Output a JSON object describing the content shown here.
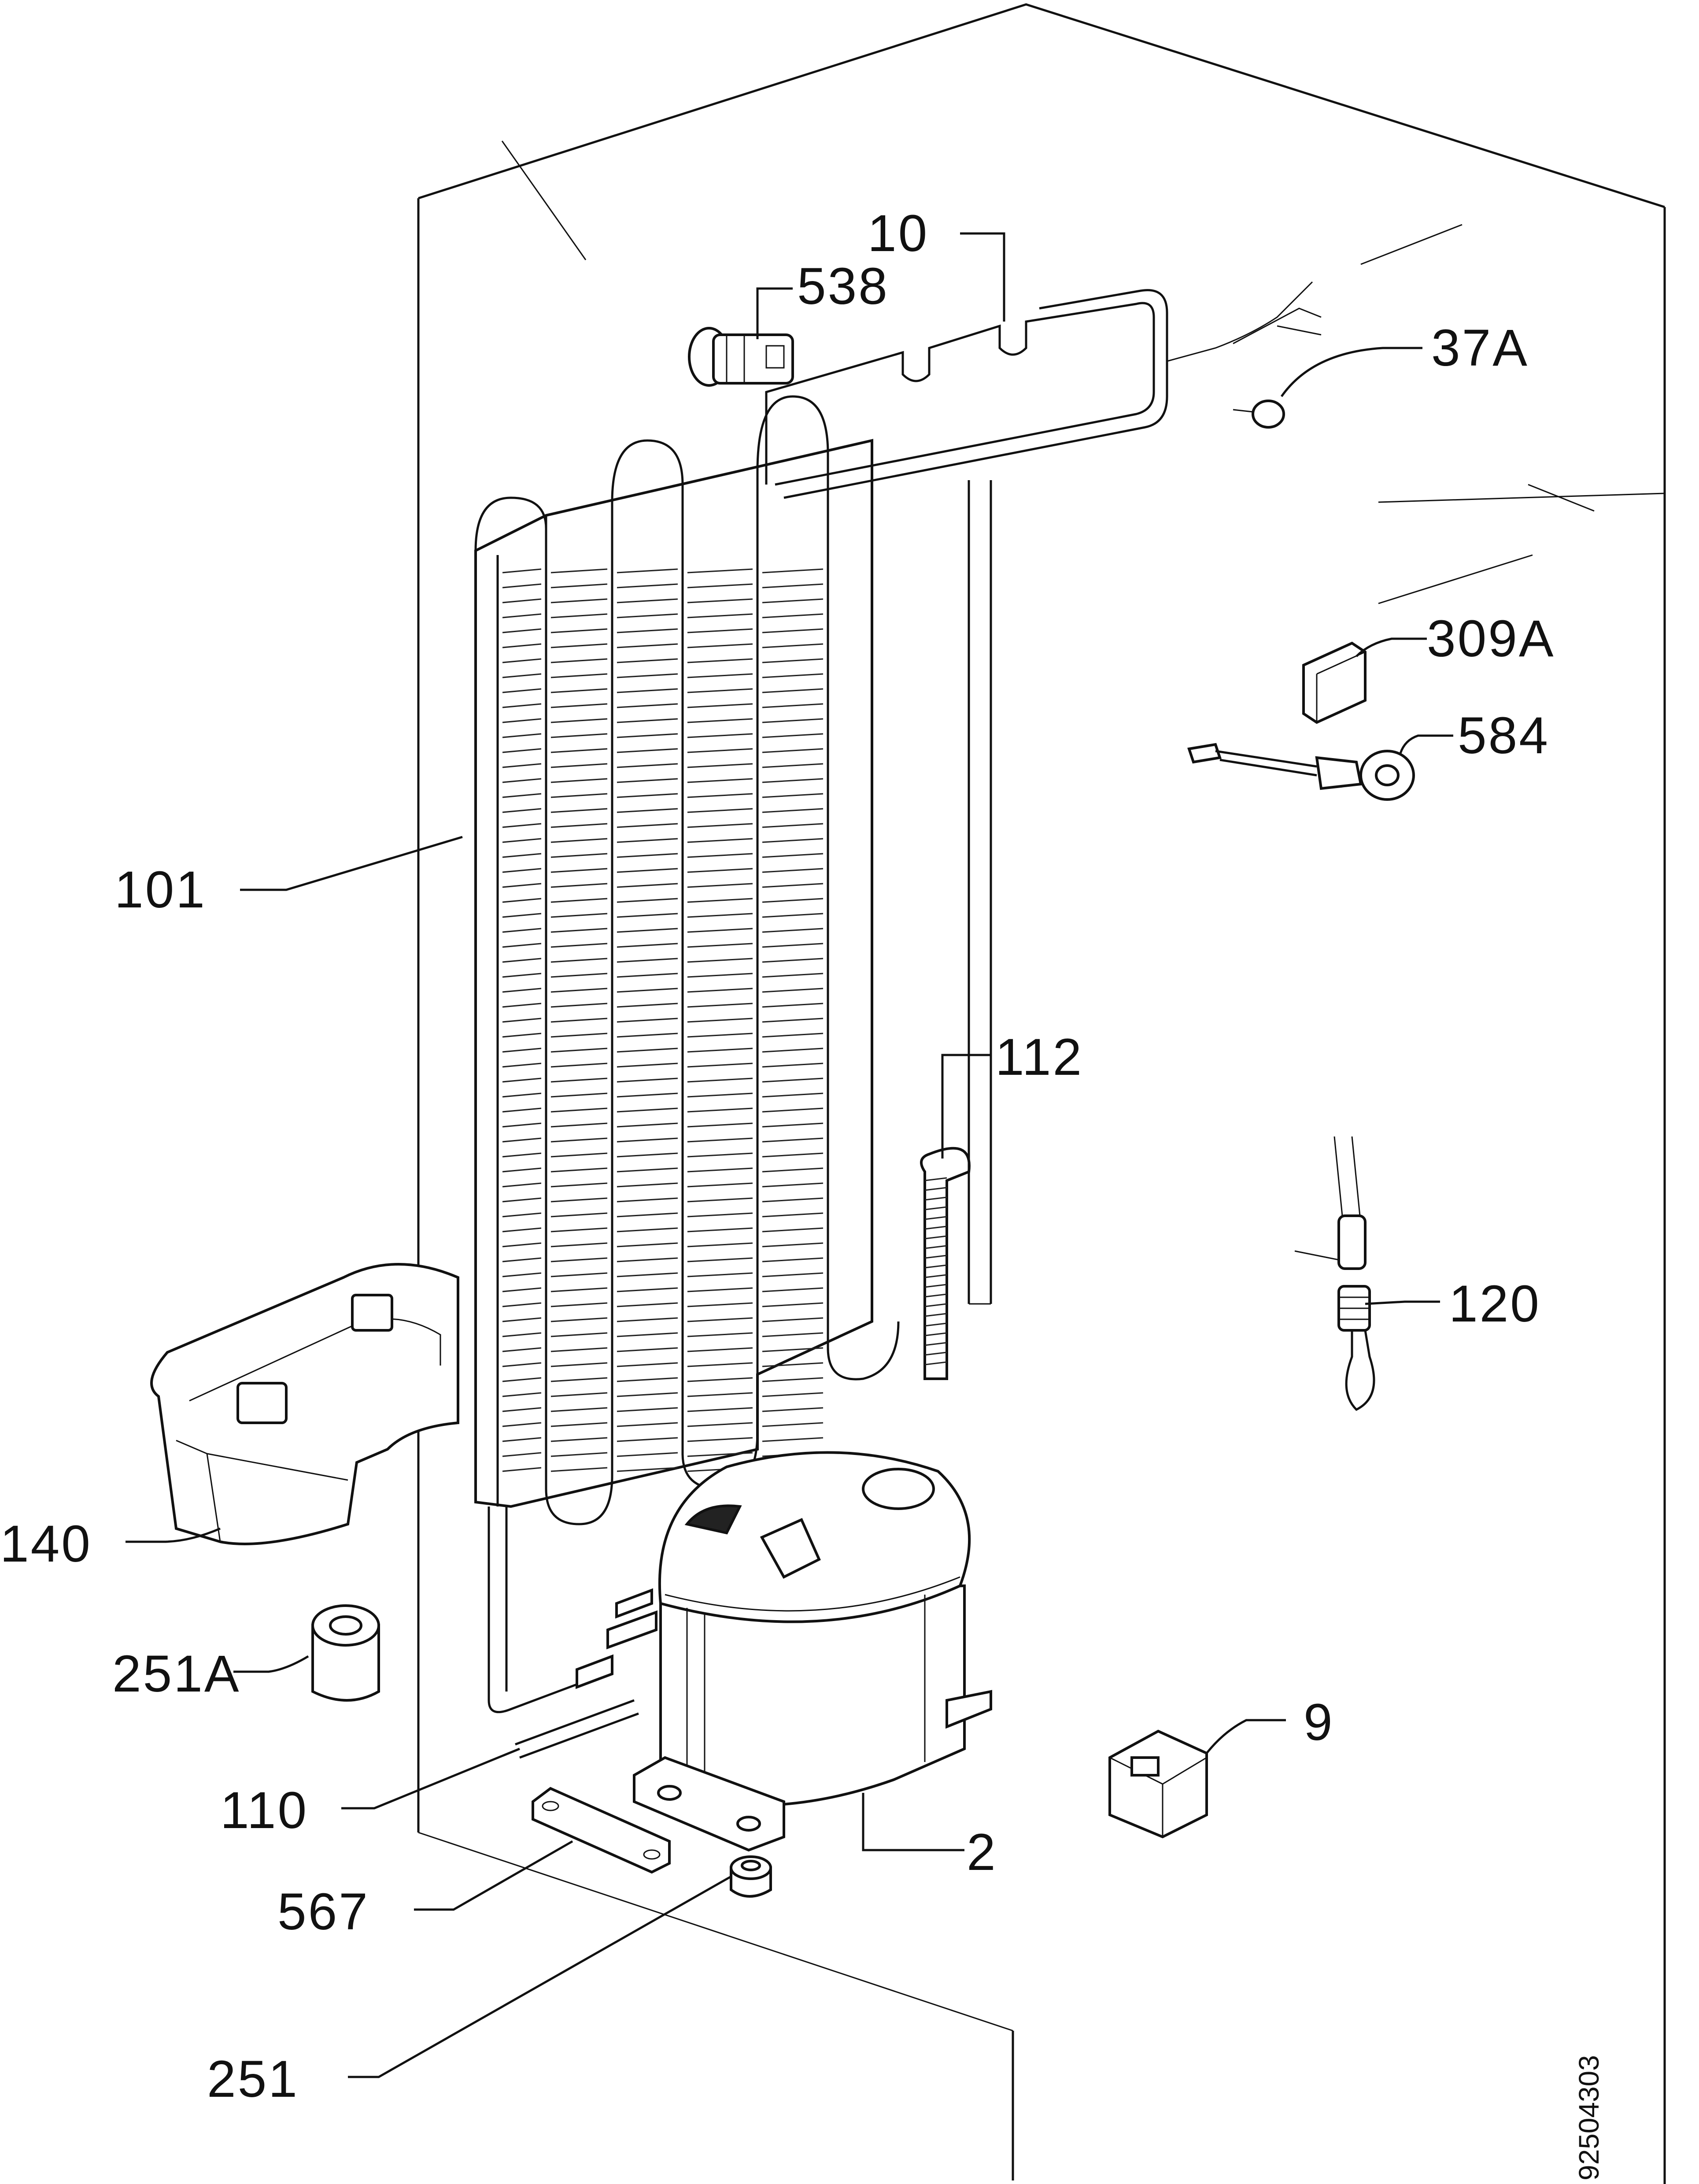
{
  "diagram": {
    "labels": {
      "p10": "10",
      "p538": "538",
      "p37A": "37A",
      "p309A": "309A",
      "p584": "584",
      "p101": "101",
      "p112": "112",
      "p120": "120",
      "p140": "140",
      "p251A": "251A",
      "p110": "110",
      "p2": "2",
      "p9": "9",
      "p567": "567",
      "p251": "251"
    },
    "doc_number": "92504303"
  }
}
